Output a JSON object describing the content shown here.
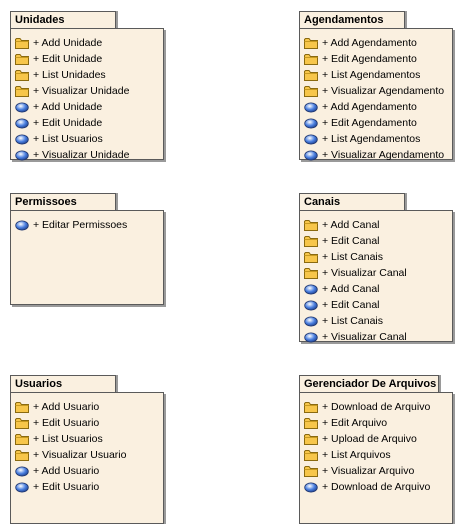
{
  "packages": [
    {
      "name": "Unidades",
      "items": [
        {
          "icon": "folder-icon",
          "label": "+ Add Unidade"
        },
        {
          "icon": "folder-icon",
          "label": "+ Edit Unidade"
        },
        {
          "icon": "folder-icon",
          "label": "+ List Unidades"
        },
        {
          "icon": "folder-icon",
          "label": "+ Visualizar Unidade"
        },
        {
          "icon": "use-case-icon",
          "label": "+ Add Unidade"
        },
        {
          "icon": "use-case-icon",
          "label": "+ Edit Unidade"
        },
        {
          "icon": "use-case-icon",
          "label": "+ List Usuarios"
        },
        {
          "icon": "use-case-icon",
          "label": "+ Visualizar Unidade"
        }
      ]
    },
    {
      "name": "Agendamentos",
      "items": [
        {
          "icon": "folder-icon",
          "label": "+ Add Agendamento"
        },
        {
          "icon": "folder-icon",
          "label": "+ Edit Agendamento"
        },
        {
          "icon": "folder-icon",
          "label": "+ List Agendamentos"
        },
        {
          "icon": "folder-icon",
          "label": "+ Visualizar Agendamento"
        },
        {
          "icon": "use-case-icon",
          "label": "+ Add Agendamento"
        },
        {
          "icon": "use-case-icon",
          "label": "+ Edit Agendamento"
        },
        {
          "icon": "use-case-icon",
          "label": "+ List Agendamentos"
        },
        {
          "icon": "use-case-icon",
          "label": "+ Visualizar Agendamento"
        }
      ]
    },
    {
      "name": "Permissoes",
      "items": [
        {
          "icon": "use-case-icon",
          "label": "+ Editar Permissoes"
        }
      ]
    },
    {
      "name": "Canais",
      "items": [
        {
          "icon": "folder-icon",
          "label": "+ Add Canal"
        },
        {
          "icon": "folder-icon",
          "label": "+ Edit Canal"
        },
        {
          "icon": "folder-icon",
          "label": "+ List Canais"
        },
        {
          "icon": "folder-icon",
          "label": "+ Visualizar Canal"
        },
        {
          "icon": "use-case-icon",
          "label": "+ Add Canal"
        },
        {
          "icon": "use-case-icon",
          "label": "+ Edit Canal"
        },
        {
          "icon": "use-case-icon",
          "label": "+ List Canais"
        },
        {
          "icon": "use-case-icon",
          "label": "+ Visualizar Canal"
        }
      ]
    },
    {
      "name": "Usuarios",
      "items": [
        {
          "icon": "folder-icon",
          "label": "+ Add Usuario"
        },
        {
          "icon": "folder-icon",
          "label": "+ Edit Usuario"
        },
        {
          "icon": "folder-icon",
          "label": "+ List Usuarios"
        },
        {
          "icon": "folder-icon",
          "label": "+ Visualizar Usuario"
        },
        {
          "icon": "use-case-icon",
          "label": "+ Add Usuario"
        },
        {
          "icon": "use-case-icon",
          "label": "+ Edit Usuario"
        }
      ]
    },
    {
      "name": "Gerenciador De Arquivos",
      "items": [
        {
          "icon": "folder-icon",
          "label": "+ Download de Arquivo"
        },
        {
          "icon": "folder-icon",
          "label": "+ Edit Arquivo"
        },
        {
          "icon": "folder-icon",
          "label": "+ Upload de Arquivo"
        },
        {
          "icon": "folder-icon",
          "label": "+ List Arquivos"
        },
        {
          "icon": "folder-icon",
          "label": "+ Visualizar Arquivo"
        },
        {
          "icon": "use-case-icon",
          "label": "+ Download de Arquivo"
        }
      ]
    }
  ],
  "colors": {
    "package_fill": "#faf0e0",
    "folder_fill": "#f7c64a",
    "use_case_fill": "#4a7fe0"
  }
}
